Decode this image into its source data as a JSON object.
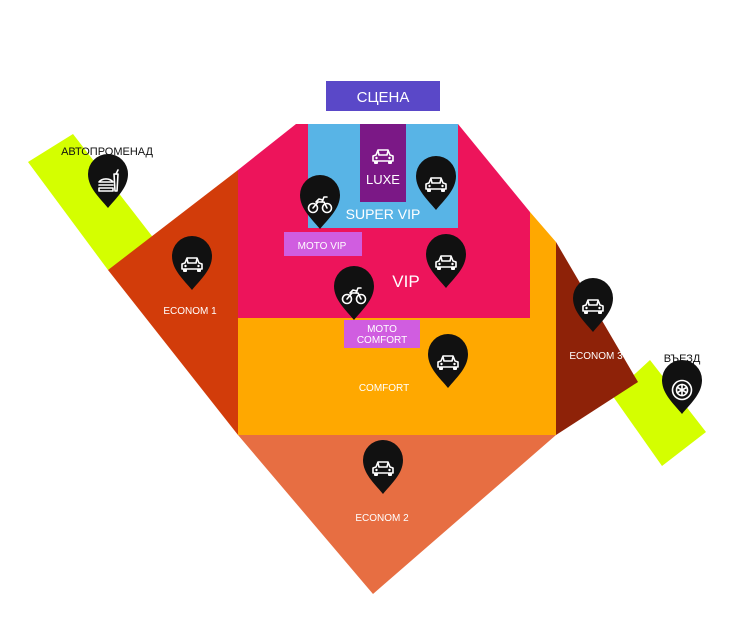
{
  "colors": {
    "promenade": "#d4ff00",
    "econom1": "#d23c0a",
    "econom2": "#e76e42",
    "econom3": "#8e2208",
    "comfort": "#ffa800",
    "vip": "#ed145b",
    "super_vip": "#58b4e6",
    "luxe": "#7b1886",
    "moto_tag": "#d05de0",
    "stage": "#5a48c8",
    "pin": "#111111"
  },
  "stage": {
    "label": "СЦЕНА"
  },
  "promenade": {
    "label": "АВТОПРОМЕНАД",
    "icon": "food-icon"
  },
  "entrance": {
    "label": "ВЪЕЗД",
    "icon": "wheel-icon"
  },
  "zones": {
    "econom1": {
      "label": "ECONOM 1",
      "icon": "car-icon"
    },
    "econom2": {
      "label": "ECONOM 2",
      "icon": "car-icon"
    },
    "econom3": {
      "label": "ECONOM 3",
      "icon": "car-icon"
    },
    "comfort": {
      "label": "COMFORT",
      "icon": "car-icon"
    },
    "vip": {
      "label": "VIP",
      "icon": "car-icon"
    },
    "super_vip": {
      "label": "SUPER VIP",
      "icon": "car-icon"
    },
    "luxe": {
      "label": "LUXE",
      "icon": "car-icon"
    },
    "moto_vip": {
      "label": "MOTO VIP",
      "icon": "motorcycle-icon"
    },
    "moto_comfort": {
      "label_line1": "MOTO",
      "label_line2": "COMFORT",
      "icon": "motorcycle-icon"
    }
  }
}
